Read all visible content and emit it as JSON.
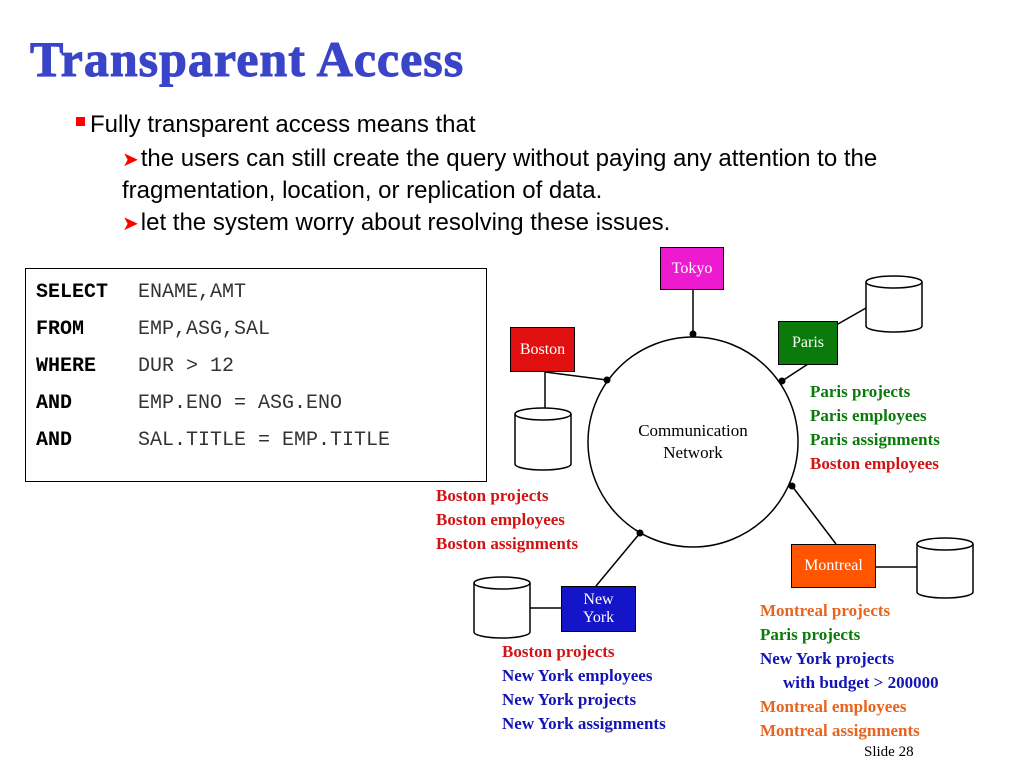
{
  "title": "Transparent Access",
  "bullets": {
    "main": "Fully transparent access means that",
    "sub1_line1": "the users can still create the query without paying any attention to the",
    "sub1_line2": "fragmentation, location, or replication of data.",
    "sub2": "let the system worry about resolving these issues."
  },
  "sql": [
    {
      "kw": "SELECT",
      "val": "ENAME,AMT"
    },
    {
      "kw": "FROM",
      "val": "EMP,ASG,SAL"
    },
    {
      "kw": "WHERE",
      "val": "DUR > 12"
    },
    {
      "kw": "AND",
      "val": "EMP.ENO = ASG.ENO"
    },
    {
      "kw": "AND",
      "val": "SAL.TITLE = EMP.TITLE"
    }
  ],
  "network": {
    "line1": "Communication",
    "line2": "Network"
  },
  "nodes": {
    "tokyo": {
      "label": "Tokyo",
      "color": "#ee1ad0"
    },
    "boston": {
      "label": "Boston",
      "color": "#e01010"
    },
    "paris": {
      "label": "Paris",
      "color": "#0a7a0a"
    },
    "montreal": {
      "label": "Montreal",
      "color": "#ff5500"
    },
    "newyork": {
      "line1": "New",
      "line2": "York",
      "color": "#1414c8"
    }
  },
  "colors": {
    "red": "#d01414",
    "green": "#0a7a0a",
    "blue": "#1414b4",
    "orange": "#e8641e"
  },
  "captions": {
    "paris": [
      {
        "text": "Paris projects",
        "color": "green"
      },
      {
        "text": "Paris employees",
        "color": "green"
      },
      {
        "text": "Paris assignments",
        "color": "green"
      },
      {
        "text": "Boston employees",
        "color": "red"
      }
    ],
    "boston": [
      {
        "text": "Boston projects",
        "color": "red"
      },
      {
        "text": "Boston employees",
        "color": "red"
      },
      {
        "text": "Boston assignments",
        "color": "red"
      }
    ],
    "montreal": [
      {
        "text": "Montreal projects",
        "color": "orange"
      },
      {
        "text": "Paris projects",
        "color": "green"
      },
      {
        "text": "New York projects",
        "color": "blue"
      },
      {
        "text": "with budget > 200000",
        "color": "blue"
      },
      {
        "text": "Montreal employees",
        "color": "orange"
      },
      {
        "text": "Montreal assignments",
        "color": "orange"
      }
    ],
    "newyork": [
      {
        "text": "Boston projects",
        "color": "red"
      },
      {
        "text": "New York employees",
        "color": "blue"
      },
      {
        "text": "New York projects",
        "color": "blue"
      },
      {
        "text": "New York assignments",
        "color": "blue"
      }
    ]
  },
  "slide": "Slide 28"
}
